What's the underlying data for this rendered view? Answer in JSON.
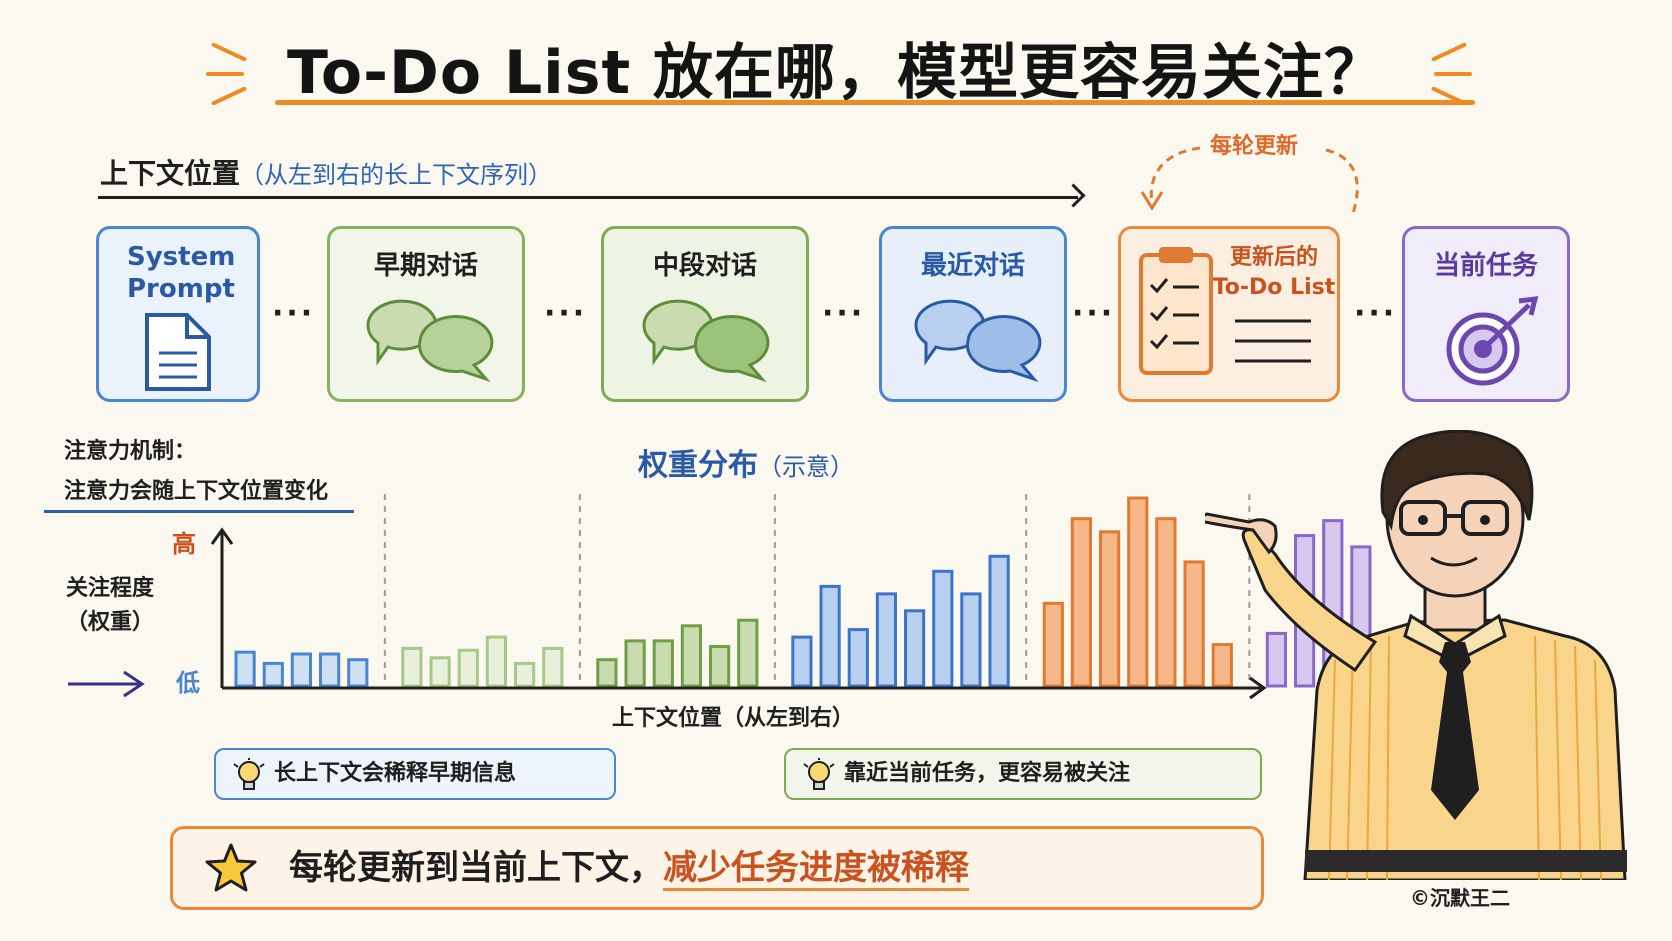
{
  "title": "To-Do List 放在哪，模型更容易关注？",
  "sequence": {
    "label": "上下文位置",
    "label_note": "（从左到右的长上下文序列）",
    "update_label": "每轮更新"
  },
  "cards": {
    "system": "System Prompt",
    "early": "早期对话",
    "middle": "中段对话",
    "recent": "最近对话",
    "todo_line1": "更新后的",
    "todo_line2": "To-Do List",
    "task": "当前任务",
    "ellipsis": "···"
  },
  "mechanism": {
    "line1": "注意力机制：",
    "line2": "注意力会随上下文位置变化"
  },
  "chart_title": {
    "main": "权重分布",
    "note": "（示意）"
  },
  "chart_data": {
    "type": "bar",
    "title": "权重分布（示意）",
    "ylabel": "关注程度（权重）",
    "ylabel_high": "高",
    "ylabel_low": "低",
    "xlabel": "上下文位置（从左到右）",
    "ylim": [
      0,
      10
    ],
    "groups": [
      {
        "name": "System Prompt",
        "color": "#4a86cf",
        "fill": "#cfe0f5",
        "values": [
          1.8,
          1.2,
          1.7,
          1.7,
          1.4
        ]
      },
      {
        "name": "早期对话",
        "color": "#a8c888",
        "fill": "#e8f0dc",
        "values": [
          2.0,
          1.5,
          1.9,
          2.6,
          1.2,
          2.0
        ]
      },
      {
        "name": "中段对话",
        "color": "#6f9e46",
        "fill": "#c8dcb0",
        "values": [
          1.4,
          2.4,
          2.4,
          3.2,
          2.1,
          3.5
        ]
      },
      {
        "name": "最近对话",
        "color": "#3c74c8",
        "fill": "#b8cff0",
        "values": [
          2.6,
          5.3,
          3.0,
          4.9,
          4.0,
          6.1,
          4.9,
          6.9
        ]
      },
      {
        "name": "更新后的 To-Do List",
        "color": "#e07a30",
        "fill": "#f6b888",
        "values": [
          4.4,
          8.9,
          8.2,
          10.0,
          8.9,
          6.6,
          2.2
        ]
      },
      {
        "name": "当前任务",
        "color": "#8b68c8",
        "fill": "#d6c8ef",
        "values": [
          2.8,
          8.0,
          8.8,
          7.4
        ]
      }
    ]
  },
  "notes": {
    "left": "长上下文会稀释早期信息",
    "right": "靠近当前任务，更容易被关注"
  },
  "summary": {
    "part1": "每轮更新到当前上下文，",
    "part2": "减少任务进度被稀释"
  },
  "copyright": "©沉默王二",
  "colors": {
    "accent_orange": "#e98a3b",
    "accent_blue": "#2a5aa6",
    "green": "#7fa957",
    "purple": "#8b68c8"
  }
}
